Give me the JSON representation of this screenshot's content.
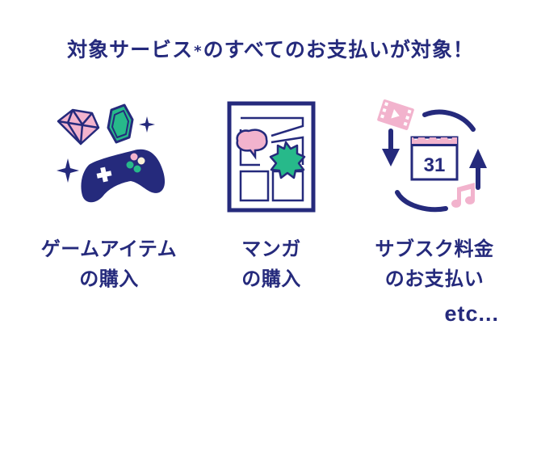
{
  "headline": {
    "text_before": "対象サービス",
    "asterisk": "*",
    "text_after": "のすべてのお支払いが対象！"
  },
  "items": [
    {
      "icon": "game-controller-gems-icon",
      "line1": "ゲームアイテム",
      "line2": "の購入"
    },
    {
      "icon": "manga-page-icon",
      "line1": "マンガ",
      "line2": "の購入"
    },
    {
      "icon": "subscription-cycle-icon",
      "line1": "サブスク料金",
      "line2": "のお支払い",
      "calendar_day": "31"
    }
  ],
  "etc": "etc...",
  "colors": {
    "navy": "#252a7c",
    "pink": "#f2b3cd",
    "green": "#27b98a",
    "cream": "#fbf1d8",
    "background": "#ffffff"
  }
}
